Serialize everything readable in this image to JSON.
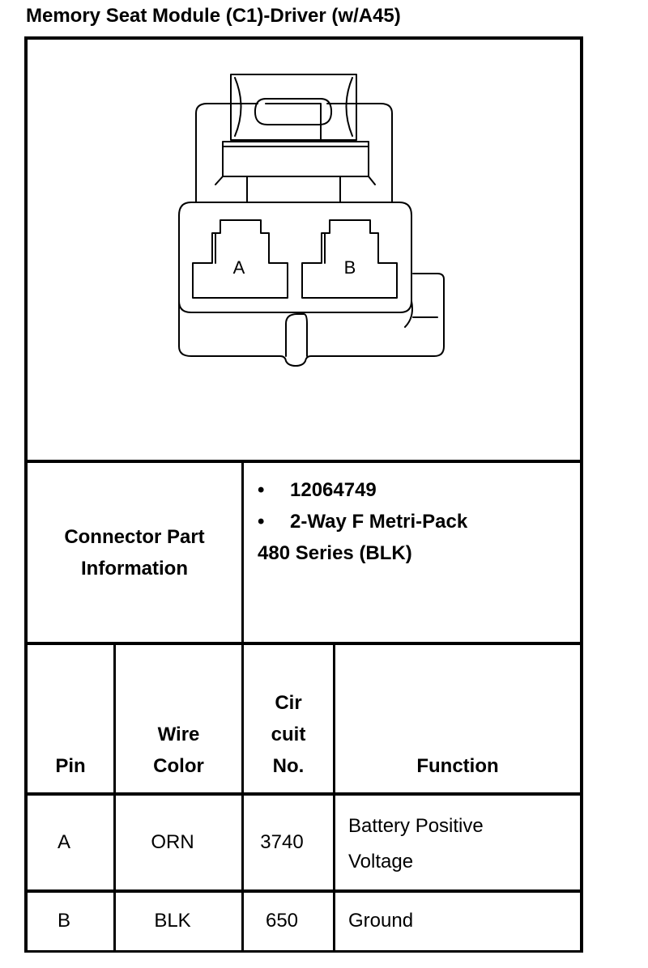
{
  "title": "Memory Seat Module (C1)-Driver (w/A45)",
  "connector": {
    "cavity_a_label": "A",
    "cavity_b_label": "B"
  },
  "part_info": {
    "heading_line1": "Connector Part",
    "heading_line2": "Information",
    "part_number": "12064749",
    "description_line1": "2-Way F Metri-Pack",
    "description_line2": "480 Series (BLK)",
    "bullet": "•"
  },
  "table": {
    "headers": {
      "pin": "Pin",
      "wire_color_line1": "Wire",
      "wire_color_line2": "Color",
      "circuit_line1": "Cir",
      "circuit_line2": "cuit",
      "circuit_line3": "No.",
      "function": "Function"
    },
    "rows": [
      {
        "pin": "A",
        "wire_color": "ORN",
        "circuit": "3740",
        "function_line1": "Battery Positive",
        "function_line2": "Voltage"
      },
      {
        "pin": "B",
        "wire_color": "BLK",
        "circuit": "650",
        "function_line1": "Ground",
        "function_line2": ""
      }
    ]
  }
}
